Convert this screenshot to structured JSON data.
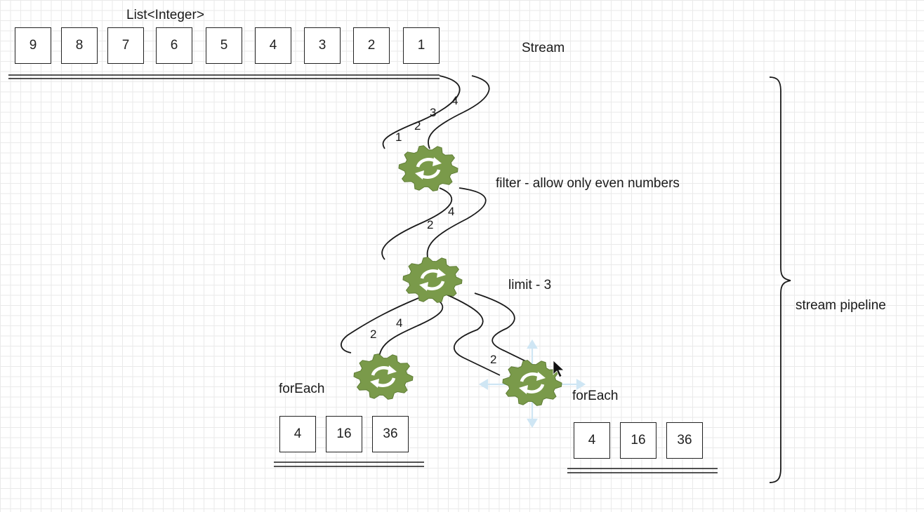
{
  "source": {
    "title": "List<Integer>",
    "items": [
      "9",
      "8",
      "7",
      "6",
      "5",
      "4",
      "3",
      "2",
      "1"
    ]
  },
  "stream_label": "Stream",
  "filter": {
    "label": "filter - allow only even numbers",
    "in_values": [
      "1",
      "2",
      "3",
      "4"
    ],
    "out_values": [
      "2",
      "4"
    ]
  },
  "limit": {
    "label": "limit - 3",
    "branch_left_values": [
      "2",
      "4"
    ],
    "branch_right_values": [
      "2"
    ]
  },
  "for_each_left": {
    "label": "forEach",
    "results": [
      "4",
      "16",
      "36"
    ]
  },
  "for_each_right": {
    "label": "forEach",
    "results": [
      "4",
      "16",
      "36"
    ]
  },
  "pipeline_label": "stream pipeline",
  "colors": {
    "gear": "#7a9a4a",
    "gear_dark": "#5f7d36",
    "line": "#1a1a1a",
    "move_handle": "#cfe6f4"
  },
  "icons": [
    "gear-icon",
    "move-icon",
    "cursor-icon"
  ]
}
